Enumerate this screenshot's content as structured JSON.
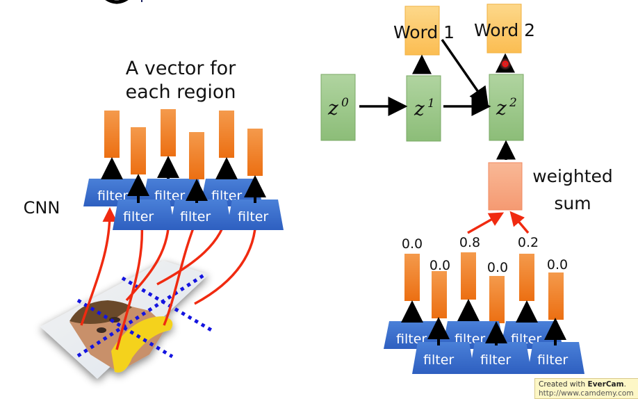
{
  "slide": {
    "title_fragment": "g  p"
  },
  "left_panel": {
    "caption_line1": "A vector for",
    "caption_line2": "each region",
    "cnn_label": "CNN",
    "filter_label": "filter",
    "filters_back": [
      "filter",
      "filter",
      "filter"
    ],
    "filters_front": [
      "filter",
      "filter",
      "filter"
    ],
    "image_description": "photo of a face with a banana, divided into regions by dotted lines"
  },
  "right_panel": {
    "states": [
      {
        "base": "z",
        "sup": "0"
      },
      {
        "base": "z",
        "sup": "1"
      },
      {
        "base": "z",
        "sup": "2"
      }
    ],
    "words": [
      "Word 1",
      "Word 2"
    ],
    "weighted_sum_line1": "weighted",
    "weighted_sum_line2": "sum",
    "attention_weights": [
      "0.0",
      "0.0",
      "0.8",
      "0.0",
      "0.2",
      "0.0"
    ],
    "filters_back": [
      "filter",
      "filter",
      "filter"
    ],
    "filters_front": [
      "filter",
      "filter",
      "filter"
    ]
  },
  "watermark": {
    "prefix": "Created with ",
    "brand": "EverCam",
    "suffix": ".",
    "url": "http://www.camdemy.com"
  },
  "colors": {
    "vector_orange": "#f07f22",
    "filter_blue": "#3a6fd0",
    "state_green": "#9cc88a",
    "word_yellow": "#fcc96a",
    "weighted_peach": "#f7a27a",
    "red_arrow": "#f02a10",
    "region_dots": "#1414e0"
  }
}
